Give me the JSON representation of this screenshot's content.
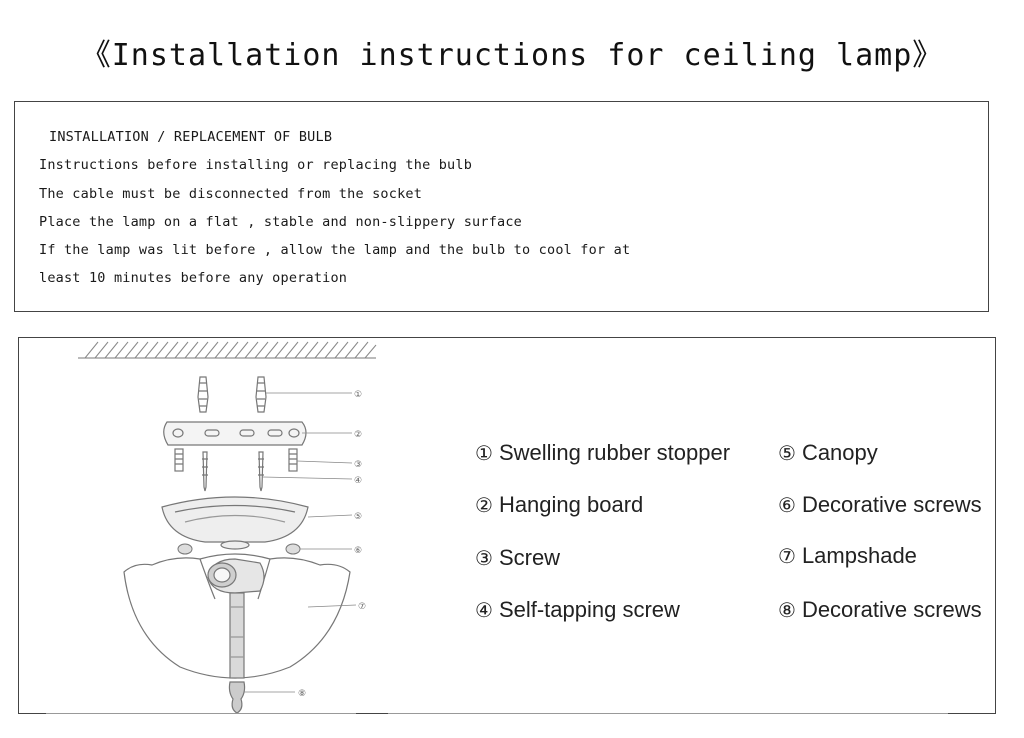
{
  "title": "《Installation instructions for ceiling lamp》",
  "instructions": {
    "heading": "INSTALLATION / REPLACEMENT OF BULB",
    "lines": [
      "Instructions before installing or replacing the bulb",
      "The cable must be disconnected from the socket",
      "Place the lamp on a flat , stable and non-slippery surface",
      "If the lamp was lit before , allow the lamp and the bulb to cool for at",
      "least 10 minutes before any operation"
    ]
  },
  "diagram": {
    "callouts": [
      "①",
      "②",
      "③",
      "④",
      "⑤",
      "⑥",
      "⑦",
      "⑧"
    ]
  },
  "parts": [
    {
      "num": "①",
      "label": "Swelling rubber stopper"
    },
    {
      "num": "②",
      "label": "Hanging board"
    },
    {
      "num": "③",
      "label": "Screw"
    },
    {
      "num": "④",
      "label": "Self-tapping screw"
    },
    {
      "num": "⑤",
      "label": "Canopy"
    },
    {
      "num": "⑥",
      "label": "Decorative screws"
    },
    {
      "num": "⑦",
      "label": "Lampshade"
    },
    {
      "num": "⑧",
      "label": "Decorative screws"
    }
  ]
}
